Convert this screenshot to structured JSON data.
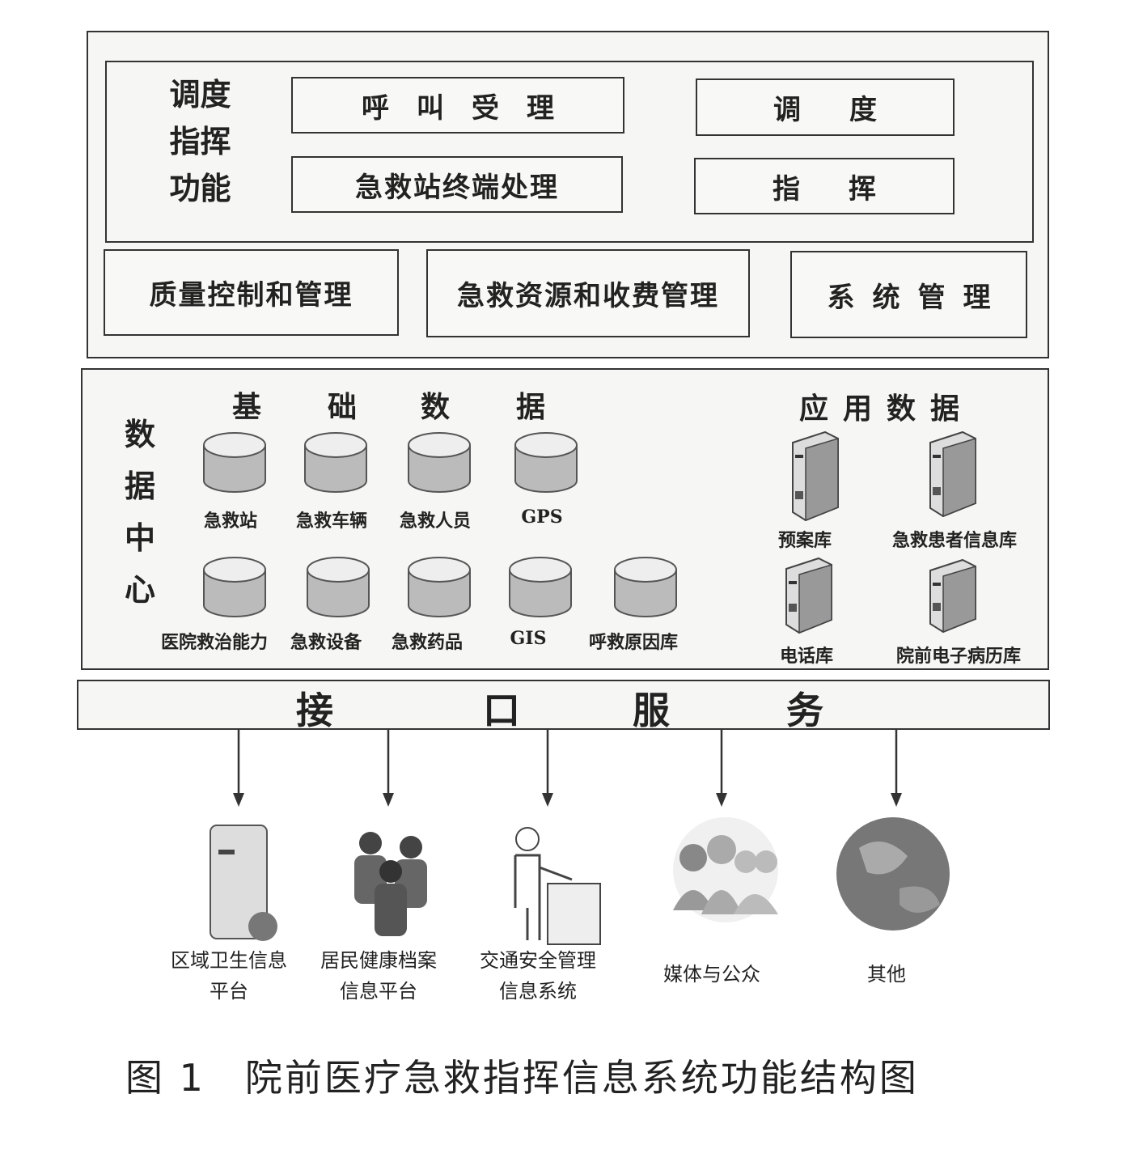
{
  "top": {
    "dispatch_label": [
      "调度",
      "指挥",
      "功能"
    ],
    "call_accept": "呼叫受理",
    "dispatch": "调度",
    "terminal": "急救站终端处理",
    "command": "指挥",
    "quality": "质量控制和管理",
    "resources": "急救资源和收费管理",
    "sysmgmt": "系统管理"
  },
  "datacenter": {
    "label": [
      "数",
      "据",
      "中",
      "心"
    ],
    "basic_header": [
      "基",
      "础",
      "数",
      "据"
    ],
    "app_header": "应用数据",
    "basic_row1": [
      "急救站",
      "急救车辆",
      "急救人员",
      "GPS"
    ],
    "basic_row2": [
      "医院救治能力",
      "急救设备",
      "急救药品",
      "GIS",
      "呼救原因库"
    ],
    "app_dbs": [
      "预案库",
      "急救患者信息库",
      "电话库",
      "院前电子病历库"
    ]
  },
  "interface": {
    "chars": [
      "接",
      "口",
      "服",
      "务"
    ]
  },
  "outputs": [
    {
      "line1": "区域卫生信息",
      "line2": "平台",
      "icon": "server-icon"
    },
    {
      "line1": "居民健康档案",
      "line2": "信息平台",
      "icon": "people-icon"
    },
    {
      "line1": "交通安全管理",
      "line2": "信息系统",
      "icon": "traffic-officer-icon"
    },
    {
      "line1": "媒体与公众",
      "line2": "",
      "icon": "crowd-icon"
    },
    {
      "line1": "其他",
      "line2": "",
      "icon": "globe-icon"
    }
  ],
  "caption": "图 1　院前医疗急救指挥信息系统功能结构图"
}
